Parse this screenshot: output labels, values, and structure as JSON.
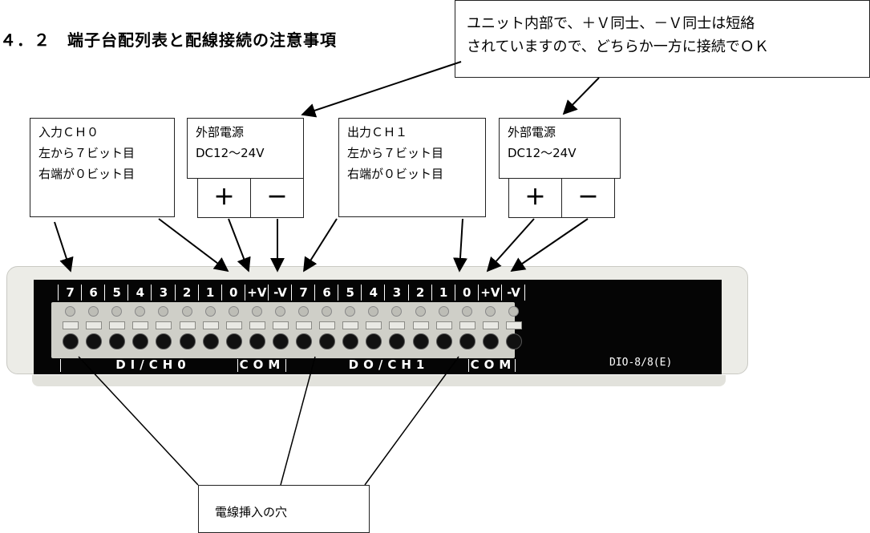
{
  "section_title": "４．２　端子台配列表と配線接続の注意事項",
  "callouts": {
    "note": [
      "ユニット内部で、＋Ｖ同士、－Ｖ同士は短絡",
      "されていますので、どちらか一方に接続でＯＫ"
    ],
    "input_ch0": [
      "入力ＣＨ０",
      "左から７ビット目",
      "右端が０ビット目"
    ],
    "power1": [
      "外部電源",
      "DC12～24V"
    ],
    "output_ch1": [
      "出力ＣＨ１",
      "左から７ビット目",
      "右端が０ビット目"
    ],
    "power2": [
      "外部電源",
      "DC12～24V"
    ],
    "plus": "＋",
    "minus": "－",
    "wire_holes": "電線挿入の穴"
  },
  "terminal_labels": [
    "7",
    "6",
    "5",
    "4",
    "3",
    "2",
    "1",
    "0",
    "+V",
    "-V",
    "7",
    "6",
    "5",
    "4",
    "3",
    "2",
    "1",
    "0",
    "+V",
    "-V"
  ],
  "group_labels": {
    "di": "DI/CH0",
    "com1": "COM",
    "do": "DO/CH1",
    "com2": "COM"
  },
  "model": "DIO-8/8(E)"
}
